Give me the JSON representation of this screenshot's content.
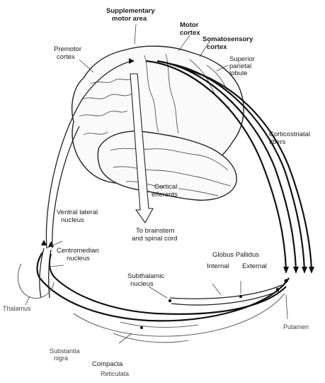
{
  "labels": {
    "supplementary_motor_area": [
      "Supplementary",
      "motor area"
    ],
    "motor_cortex": [
      "Motor",
      "cortex"
    ],
    "somatosensory_cortex": [
      "Somatosensory",
      "cortex"
    ],
    "superior_parietal_lobule": [
      "Superior",
      "parietal",
      "lobule"
    ],
    "premotor_cortex": [
      "Premotor",
      "cortex"
    ],
    "corticostriatal_fibers": [
      "Corticostriatal",
      "fibers"
    ],
    "cortical_efferents": [
      "Cortical",
      "efferents"
    ],
    "ventral_lateral_nucleus": [
      "Ventral lateral",
      "nucleus"
    ],
    "brainstem_spinal_cord": [
      "To brainstem",
      "and spinal cord"
    ],
    "centromedian_nucleus": [
      "Centromedian",
      "nucleus"
    ],
    "globus_pallidus": "Globus Pallidus",
    "gp_internal": "Internal",
    "gp_external": "External",
    "subthalamic_nucleus": [
      "Subthalamic",
      "nucleus"
    ],
    "thalamus": "Thalamus",
    "substantia_nigra": [
      "Substantia",
      "nigra"
    ],
    "compacta": "Compacta",
    "reticulata": "Reticulata",
    "putamen": "Putamen"
  }
}
